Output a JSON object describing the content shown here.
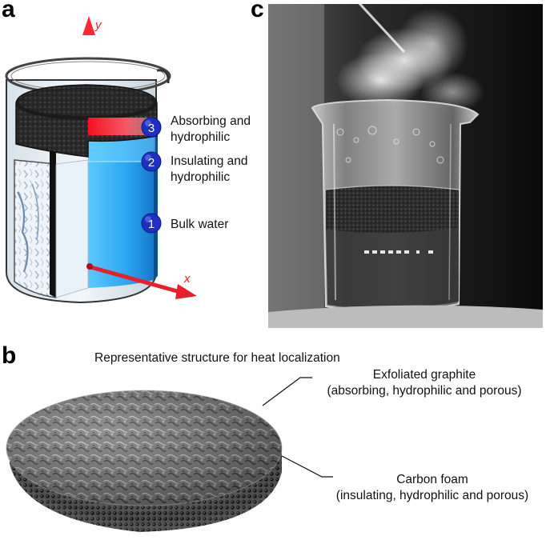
{
  "panels": {
    "a": "a",
    "b": "b",
    "c": "c"
  },
  "axes": {
    "y": "y",
    "x": "x"
  },
  "layers": [
    {
      "num": "1",
      "label": "Bulk water"
    },
    {
      "num": "2",
      "label_line1": "Insulating and",
      "label_line2": "hydrophilic"
    },
    {
      "num": "3",
      "label_line1": "Absorbing and",
      "label_line2": "hydrophilic"
    }
  ],
  "panel_b": {
    "title": "Representative structure for heat localization",
    "top_label_line1": "Exfoliated graphite",
    "top_label_line2": "(absorbing, hydrophilic and porous)",
    "bottom_label_line1": "Carbon foam",
    "bottom_label_line2": "(insulating, hydrophilic and porous)"
  },
  "colors": {
    "axis_red": "#e8202a",
    "badge_blue": "#1f2fbf",
    "water_blue": "#2aa6f0"
  }
}
